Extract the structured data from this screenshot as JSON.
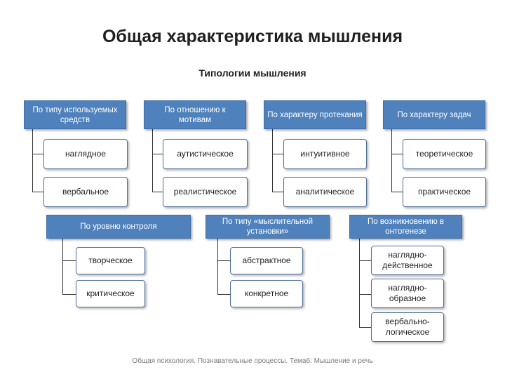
{
  "title": "Общая характеристика мышления",
  "subtitle": "Типологии мышления",
  "footer": "Общая психология. Познавательные процессы. Тема6: Мышление и речь",
  "groups": [
    {
      "head": "По типу используемых средств",
      "items": [
        "наглядное",
        "вербальное"
      ]
    },
    {
      "head": "По отношению к мотивам",
      "items": [
        "аутистическое",
        "реалистическое"
      ]
    },
    {
      "head": "По характеру протекания",
      "items": [
        "интуитивное",
        "аналитическое"
      ]
    },
    {
      "head": "По характеру задач",
      "items": [
        "теоретическое",
        "практическое"
      ]
    },
    {
      "head": "По уровню контроля",
      "items": [
        "творческое",
        "критическое"
      ]
    },
    {
      "head": "По типу «мыслительной установки»",
      "items": [
        "абстрактное",
        "конкретное"
      ]
    },
    {
      "head": "По возникновению в онтогенезе",
      "items": [
        "наглядно-действенное",
        "наглядно-образное",
        "вербально-логическое"
      ]
    }
  ],
  "colors": {
    "header_fill": "#4f81bd",
    "leaf_border": "#4f6f99"
  }
}
